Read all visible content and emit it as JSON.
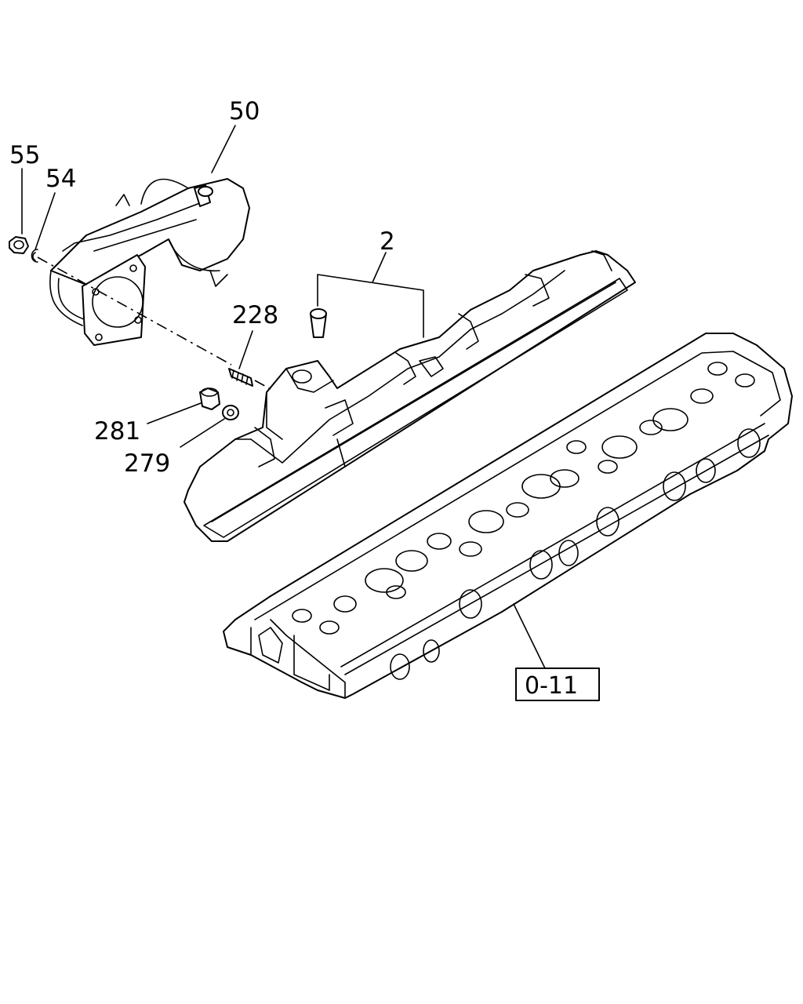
{
  "labels": {
    "p50": "50",
    "p55": "55",
    "p54": "54",
    "p2": "2",
    "p228": "228",
    "p281": "281",
    "p279": "279",
    "ref": "0-11"
  }
}
